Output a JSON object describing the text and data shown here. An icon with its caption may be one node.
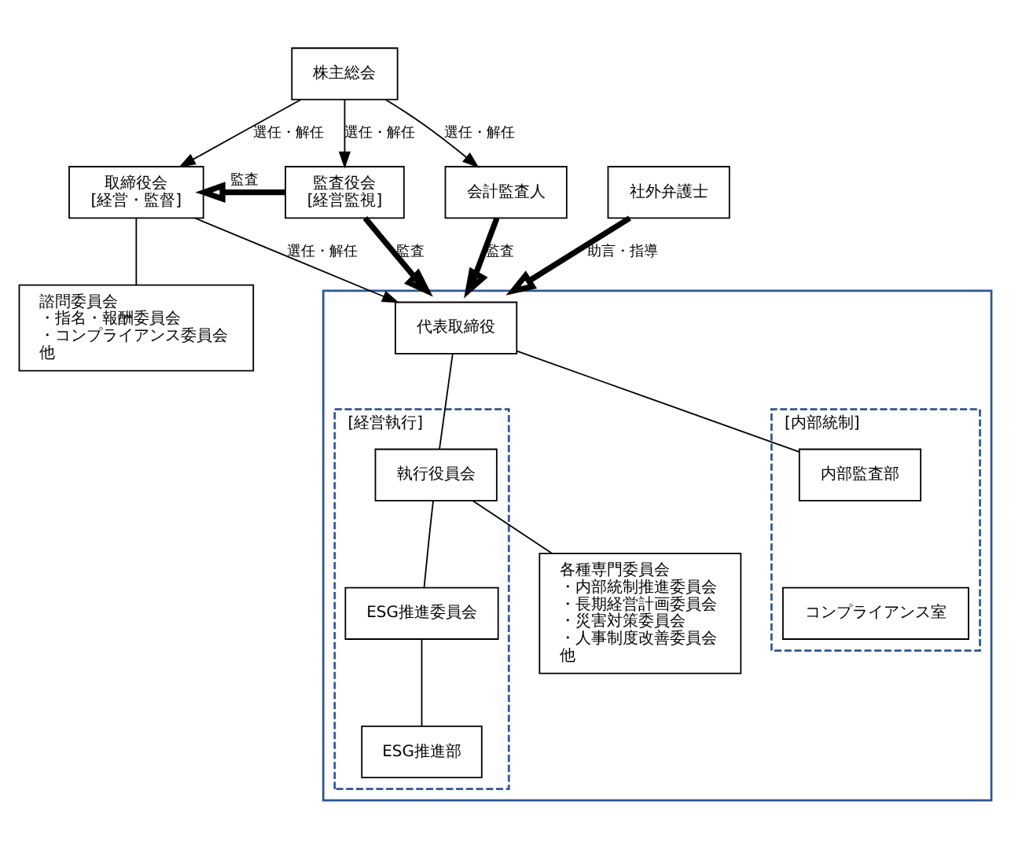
{
  "diagram": {
    "nodes": [
      {
        "text": [
          "株主総会"
        ]
      },
      {
        "text": [
          "取締役会",
          "[経営・監督]"
        ]
      },
      {
        "text": [
          "監査役会",
          "[経営監視]"
        ]
      },
      {
        "text": [
          "会計監査人"
        ]
      },
      {
        "text": [
          "諮問委員会",
          "・指名・報酬委員会",
          "・コンプライアンス委員会",
          "他"
        ]
      },
      {
        "text": [],
        "shape": "box"
      },
      {
        "text": [
          "代表取締役"
        ],
        "in": 5
      },
      {
        "text": [
          "[経営執行]"
        ],
        "in": 5
      },
      {
        "text": [
          "[内部統制]"
        ],
        "in": 5
      },
      {
        "text": [
          "執行役員会"
        ],
        "in": 7
      },
      {
        "text": [
          "ESG推進委員会"
        ],
        "in": 7
      },
      {
        "text": [
          "ESG推進部"
        ],
        "in": 7
      },
      {
        "text": [
          "内部監査部"
        ],
        "in": 8
      },
      {
        "text": [
          "コンプライアンス室"
        ],
        "in": 8
      },
      {
        "text": [
          "各種専門委員会",
          "・内部統制推進委員会",
          "・長期経営計画委員会",
          "・災害対策委員会",
          "・人事制度改善委員会",
          "他"
        ],
        "in": 5
      },
      {
        "text": [
          "社外弁護士"
        ]
      }
    ],
    "edges": [
      {
        "from": 0,
        "to": 1,
        "arrow": "to",
        "label": "選任・解任"
      },
      {
        "from": 0,
        "to": 2,
        "arrow": "to",
        "label": "選任・解任"
      },
      {
        "from": 0,
        "to": 3,
        "arrow": "to",
        "label": "選任・解任"
      },
      {
        "from": 2,
        "to": 1,
        "arrow": "to",
        "label": "監査",
        "style": "thick"
      },
      {
        "from": 1,
        "to": 4,
        "arrow": "none"
      },
      {
        "from": 1,
        "to": 6,
        "arrow": "to",
        "label": "選任・解任"
      },
      {
        "from": 2,
        "to": 5,
        "arrow": "to",
        "label": "監査",
        "style": "thick"
      },
      {
        "from": 3,
        "to": 5,
        "arrow": "to",
        "label": "監査",
        "style": "thick"
      },
      {
        "from": 15,
        "to": 5,
        "arrow": "to",
        "label": "助言・指導",
        "style": "thick"
      },
      {
        "from": 6,
        "to": 9,
        "arrow": "none"
      },
      {
        "from": 6,
        "to": 12,
        "arrow": "none"
      },
      {
        "from": 9,
        "to": 10,
        "arrow": "none"
      },
      {
        "from": 9,
        "to": 14,
        "arrow": "none"
      },
      {
        "from": 10,
        "to": 11,
        "arrow": "none"
      }
    ]
  }
}
